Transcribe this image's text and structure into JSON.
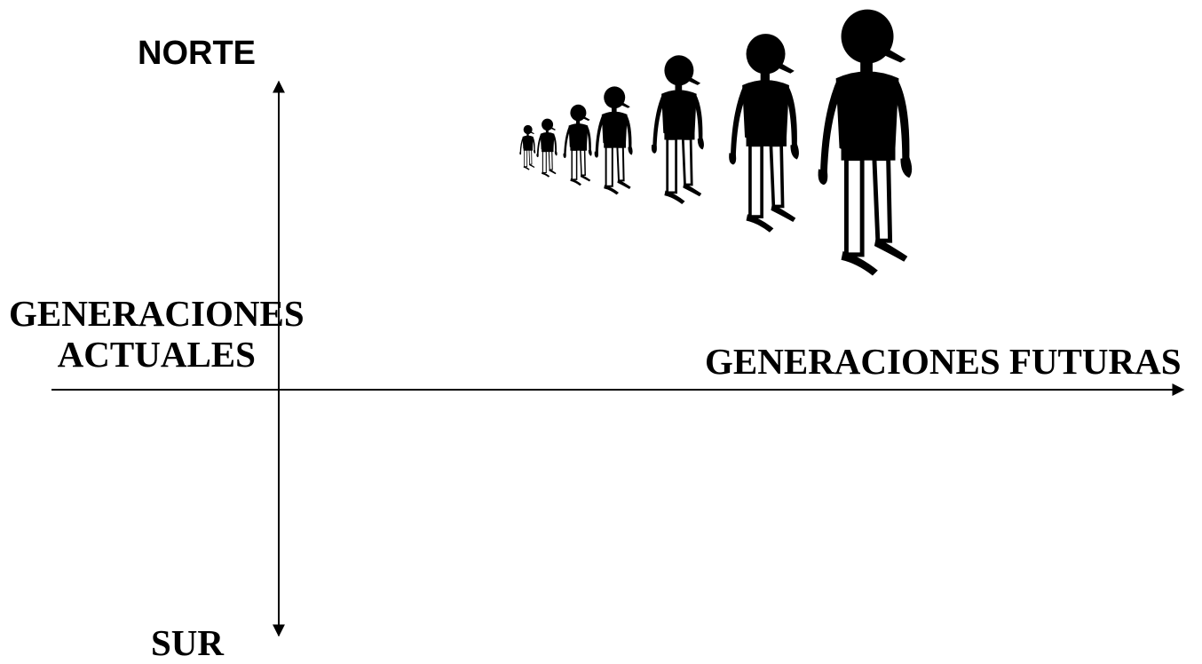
{
  "axes": {
    "north_label": "NORTE",
    "south_label": "SUR",
    "west_label_line1": "GENERACIONES",
    "west_label_line2": "ACTUALES",
    "east_label": "GENERACIONES FUTURAS"
  },
  "figures": {
    "count": 7,
    "color": "#000000",
    "icon": "person-silhouette-icon"
  }
}
